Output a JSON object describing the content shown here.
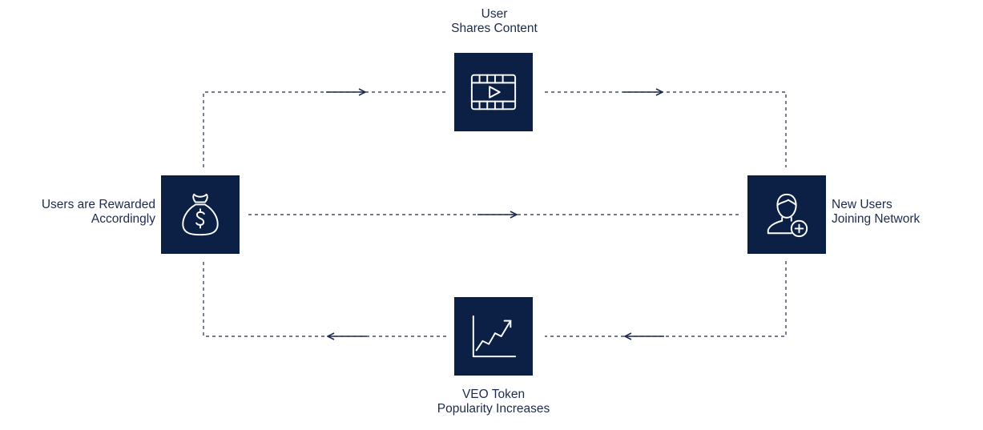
{
  "colors": {
    "node_fill": "#0c1f45",
    "icon_stroke": "#ffffff",
    "connector": "#1c2b4c",
    "text": "#1c2b4c"
  },
  "nodes": {
    "top": {
      "icon": "video-play-icon",
      "label_lines": [
        "User",
        "Shares Content"
      ]
    },
    "right": {
      "icon": "user-add-icon",
      "label_lines": [
        "New Users",
        "Joining Network"
      ]
    },
    "bottom": {
      "icon": "trending-chart-icon",
      "label_lines": [
        "VEO Token",
        "Popularity Increases"
      ]
    },
    "left": {
      "icon": "money-bag-icon",
      "label_lines": [
        "Users are Rewarded",
        "Accordingly"
      ]
    }
  }
}
